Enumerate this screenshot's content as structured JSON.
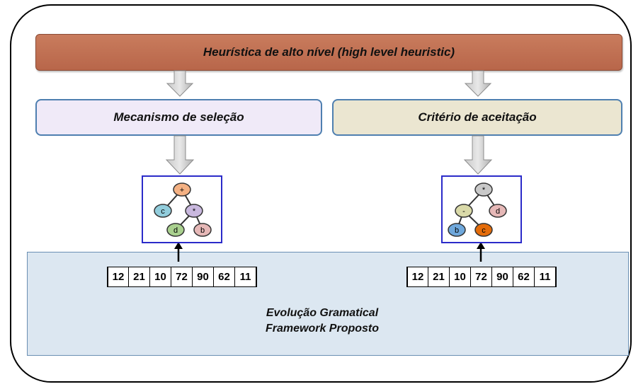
{
  "top_bar": {
    "label": "Heurística de alto nível (high level heuristic)"
  },
  "selection_box": {
    "label": "Mecanismo de seleção"
  },
  "acceptance_box": {
    "label": "Critério de aceitação"
  },
  "left_tree": {
    "nodes": [
      {
        "label": "+",
        "color": "#f4b183"
      },
      {
        "label": "c",
        "color": "#92cddc"
      },
      {
        "label": "*",
        "color": "#c9b8de"
      },
      {
        "label": "d",
        "color": "#a9d08e"
      },
      {
        "label": "b",
        "color": "#e6b8b7"
      }
    ]
  },
  "right_tree": {
    "nodes": [
      {
        "label": "*",
        "color": "#c9c9c9"
      },
      {
        "label": "-",
        "color": "#d9d9a8"
      },
      {
        "label": "d",
        "color": "#e6b8b7"
      },
      {
        "label": "b",
        "color": "#6fa8dc"
      },
      {
        "label": "c",
        "color": "#e46c0a"
      }
    ]
  },
  "genome_left": [
    "12",
    "21",
    "10",
    "72",
    "90",
    "62",
    "11"
  ],
  "genome_right": [
    "12",
    "21",
    "10",
    "72",
    "90",
    "62",
    "11"
  ],
  "caption": {
    "line1": "Evolução Gramatical",
    "line2": "Framework Proposto"
  }
}
